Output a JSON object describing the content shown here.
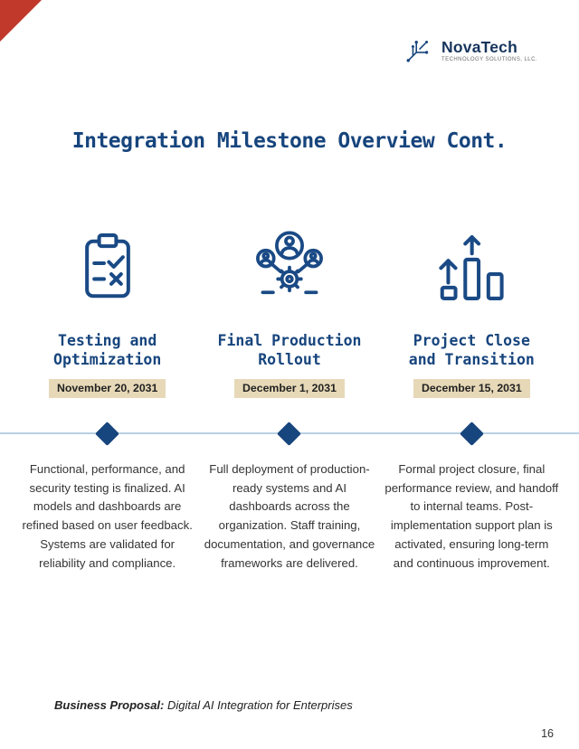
{
  "brand": {
    "name": "NovaTech",
    "tagline": "TECHNOLOGY SOLUTIONS, LLC.",
    "logo_icon": "circuit-icon"
  },
  "page": {
    "title": "Integration Milestone Overview Cont.",
    "number": "16"
  },
  "milestones": [
    {
      "icon": "clipboard-check-icon",
      "title_lines": [
        "Testing and",
        "Optimization"
      ],
      "date": "November 20, 2031",
      "description": "Functional, performance, and security testing is finalized. AI models and dashboards are refined based on user feedback. Systems are validated for reliability and compliance."
    },
    {
      "icon": "team-deployment-gear-icon",
      "title_lines": [
        "Final Production",
        "Rollout"
      ],
      "date": "December 1, 2031",
      "description": "Full deployment of production-ready systems and AI dashboards across the organization. Staff training, documentation, and governance frameworks are delivered."
    },
    {
      "icon": "growth-bars-icon",
      "title_lines": [
        "Project Close",
        "and Transition"
      ],
      "date": "December 15, 2031",
      "description": "Formal project closure, final performance review, and handoff to internal teams. Post-implementation support plan is activated, ensuring long-term and continuous improvement."
    }
  ],
  "footer": {
    "label": "Business Proposal:",
    "text": " Digital AI Integration for Enterprises"
  },
  "colors": {
    "navy": "#17457d",
    "accent_red": "#c0392b",
    "badge_bg": "#e7d9b8",
    "timeline_line": "#bad0e4"
  }
}
